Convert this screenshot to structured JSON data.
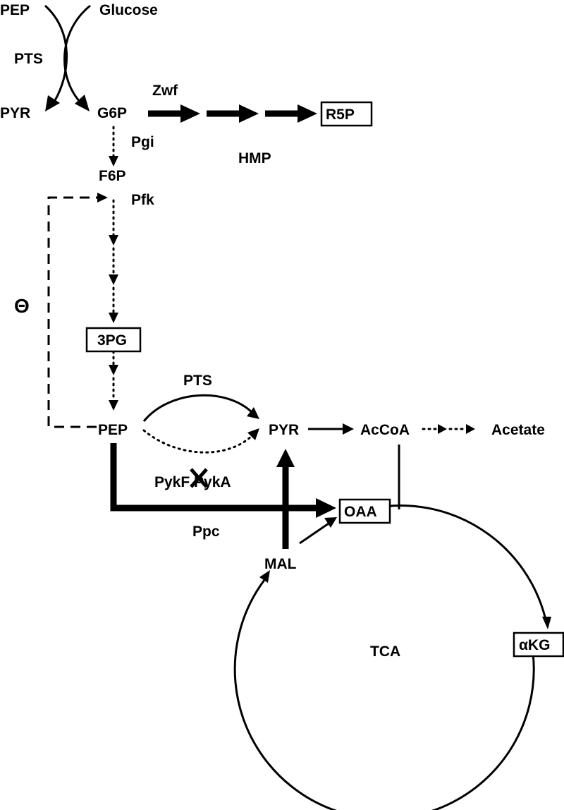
{
  "metabolites": {
    "pep_top": "PEP",
    "glucose": "Glucose",
    "pyr_top": "PYR",
    "g6p": "G6P",
    "r5p": "R5P",
    "f6p": "F6P",
    "pg3": "3PG",
    "pep": "PEP",
    "pyr": "PYR",
    "accoa": "AcCoA",
    "acetate": "Acetate",
    "oaa": "OAA",
    "mal": "MAL",
    "akg": "αKG"
  },
  "enzymes": {
    "pts_top": "PTS",
    "zwf": "Zwf",
    "pgi": "Pgi",
    "pfk": "Pfk",
    "pts": "PTS",
    "pykf_pyka": "PykF PykA",
    "ppc": "Ppc"
  },
  "pathways": {
    "hmp": "HMP",
    "tca": "TCA"
  },
  "symbols": {
    "inhibition": "Θ"
  }
}
